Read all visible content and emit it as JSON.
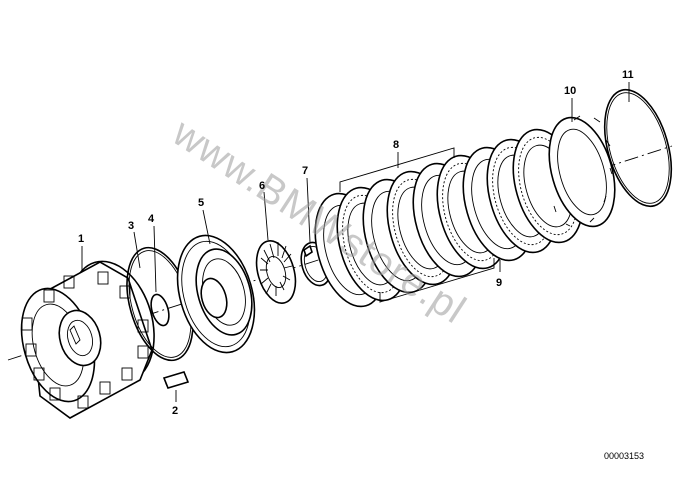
{
  "diagram": {
    "callouts": [
      {
        "id": "1",
        "label": "1"
      },
      {
        "id": "2",
        "label": "2"
      },
      {
        "id": "3",
        "label": "3"
      },
      {
        "id": "4",
        "label": "4"
      },
      {
        "id": "5",
        "label": "5"
      },
      {
        "id": "6",
        "label": "6"
      },
      {
        "id": "7",
        "label": "7"
      },
      {
        "id": "8",
        "label": "8"
      },
      {
        "id": "9",
        "label": "9"
      },
      {
        "id": "10",
        "label": "10"
      },
      {
        "id": "11",
        "label": "11"
      }
    ],
    "watermark": "www.BMWstore.pl",
    "document_number": "00003153"
  }
}
